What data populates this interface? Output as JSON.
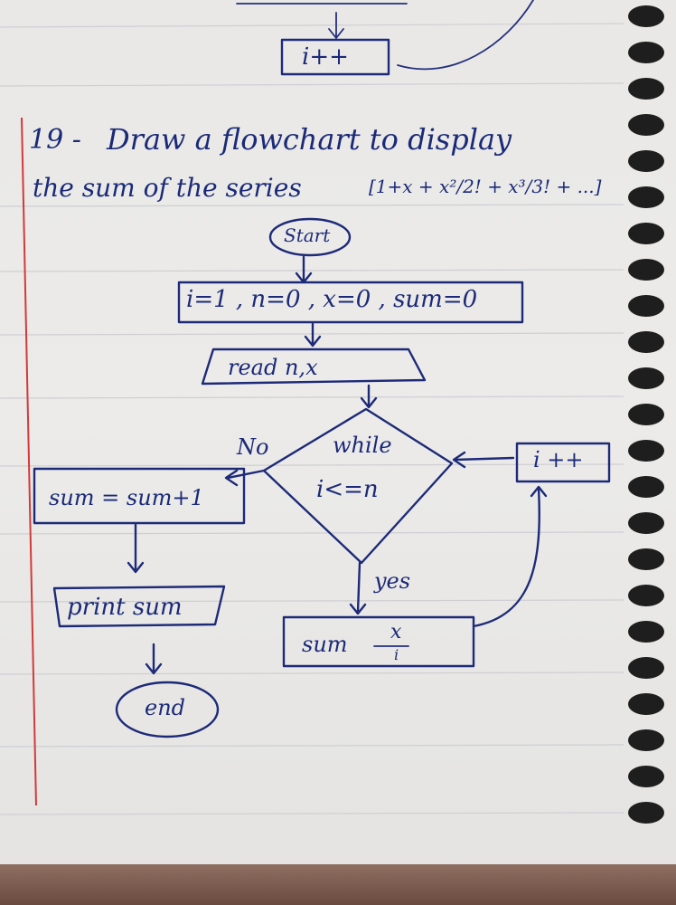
{
  "top_fragment": {
    "prev_increment": "i++"
  },
  "question": {
    "number": "19 -",
    "line1": "Draw a flowchart to display",
    "line2_prefix": "the sum of the series",
    "series": "[1+x + x²/2! + x³/3! + ...]"
  },
  "flowchart": {
    "start": "Start",
    "init": "i=1 , n=0 , x=0 , sum=0",
    "input": "read n,x",
    "decision_line1": "while",
    "decision_line2": "i<=n",
    "no_label": "No",
    "yes_label": "yes",
    "no_process": "sum = sum+1",
    "print": "print sum",
    "end": "end",
    "loop_process": "sum ",
    "loop_fraction_num": "x",
    "loop_fraction_den": "i",
    "increment": "i ++"
  }
}
